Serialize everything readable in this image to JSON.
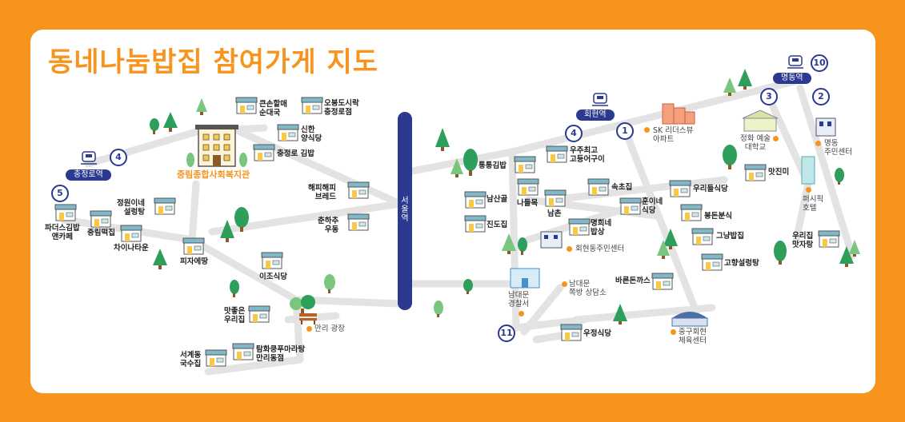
{
  "title": "동네나눔밥집 참여가게 지도",
  "main_road": "서울역",
  "colors": {
    "accent": "#F7941D",
    "road_dark": "#2B3990",
    "road_light": "#E3E3E3",
    "tree": "#2E9E5B"
  },
  "stations": {
    "chungjeongno": "충정로역",
    "hoehyeon": "회현역",
    "myeongdong": "명동역"
  },
  "exit_numbers": {
    "n4_left": "4",
    "n5": "5",
    "n4_center": "4",
    "n1": "1",
    "n3": "3",
    "n2": "2",
    "n10": "10",
    "n11": "11"
  },
  "landmarks": {
    "welfare_center": "중림종합사회복지관",
    "sk_apt": "SK 리더스뷰\n아파트",
    "art_school": "정화 예술\n대학교",
    "myeongdong_center": "명동\n주민센터",
    "pacific_hotel": "퍼시픽\n호텔",
    "hoehyeon_center": "회현동주민센터",
    "namdaemun_police": "남대문\n경찰서",
    "jjokbang": "남대문\n쪽방 상담소",
    "junggu_gym": "중구회현\n체육센터",
    "manli_plaza": "만리 광장"
  },
  "shops": {
    "keunsonhalmae": "큰손할매\n순대국",
    "obongdosirak": "오봉도시락\n충정로점",
    "sinhan": "신한\n양식당",
    "chungjeongro_gimbap": "충정로 김밥",
    "happyhappy": "해피해피\n브레드",
    "chunhachu": "춘하추\n우동",
    "jeongwon": "정원이네\n설렁탕",
    "paradise": "파더스김밥\n앤카페",
    "jungnim": "중림떡집",
    "chinatown": "차이나타운",
    "pizza": "피자에땅",
    "ijo": "이조식당",
    "matjoeun": "맛좋은\n우리집",
    "taehwa": "탐화쿵푸마라탕\n만리동점",
    "segyedong": "서계동\n국수집",
    "ujuchoego": "우주최고\n고등어구이",
    "tongtong": "통통김밥",
    "namsangol": "남산골",
    "namu": "나들목",
    "namchon": "남촌",
    "jindo": "진도집",
    "sokchojip": "속초집",
    "huniine": "훈이네\n식당",
    "uridul": "우리들식당",
    "bongdon": "봉돈분식",
    "myeonghui": "명희네\n밥상",
    "geunyang": "그냥밥집",
    "gohyang": "고향설렁탕",
    "bareun": "바른돈까스",
    "ujeong": "우정식당",
    "matjinmi": "맛진미",
    "urijip": "우리집\n맛자랑"
  }
}
